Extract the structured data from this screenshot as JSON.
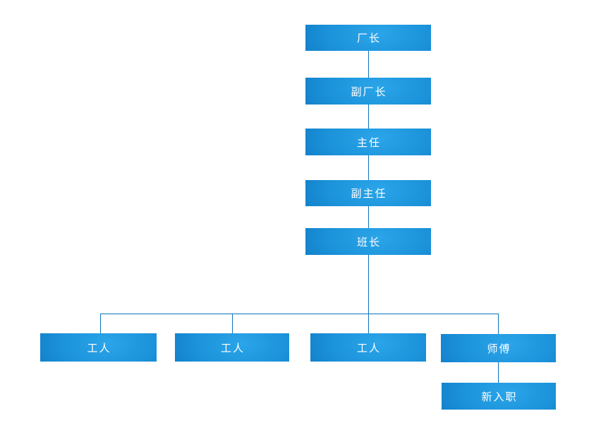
{
  "canvas": {
    "background": "#FFFFFF"
  },
  "style": {
    "node_gradient_center": "#2BA5EA",
    "node_gradient_mid": "#1B92D9",
    "node_gradient_edge": "#0A6FBC",
    "node_text_color": "#FFFFFF",
    "connector_color": "#0B74BE"
  },
  "org_chart": {
    "chain": [
      {
        "id": "factory-director",
        "label": "厂长"
      },
      {
        "id": "deputy-factory-director",
        "label": "副厂长"
      },
      {
        "id": "director",
        "label": "主任"
      },
      {
        "id": "deputy-director",
        "label": "副主任"
      },
      {
        "id": "team-leader",
        "label": "班长"
      }
    ],
    "team_members": [
      {
        "id": "worker-1",
        "label": "工人"
      },
      {
        "id": "worker-2",
        "label": "工人"
      },
      {
        "id": "worker-3",
        "label": "工人"
      },
      {
        "id": "master",
        "label": "师傅"
      }
    ],
    "master_subordinate": {
      "id": "new-hire",
      "label": "新入职"
    }
  }
}
